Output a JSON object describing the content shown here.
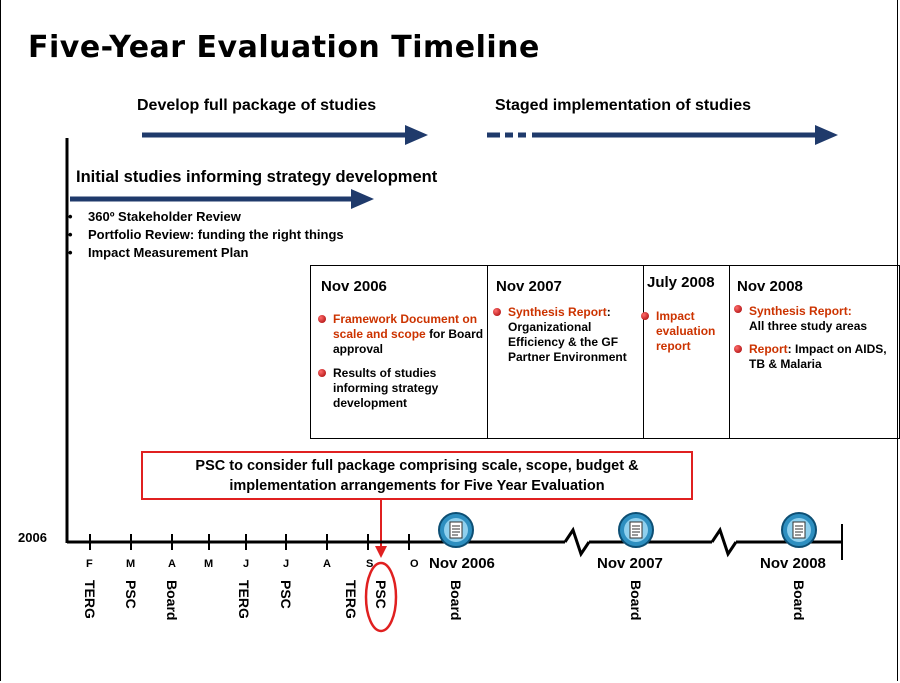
{
  "title": "Five-Year Evaluation Timeline",
  "arrows": {
    "develop": "Develop full package of studies",
    "staged": "Staged implementation of studies",
    "initial": "Initial studies informing strategy development"
  },
  "initial_bullets": [
    "360º Stakeholder Review",
    "Portfolio Review: funding the right things",
    "Impact Measurement Plan"
  ],
  "milestones": {
    "col1": {
      "header": "Nov 2006",
      "item1_red": "Framework Document on scale and scope",
      "item1_rest": "for Board approval",
      "item2": "Results of studies informing strategy development"
    },
    "col2": {
      "header": "Nov 2007",
      "item1_red": "Synthesis Report",
      "item1_colon": ":",
      "item1_rest": "Organizational Efficiency & the GF Partner Environment"
    },
    "col3": {
      "header": "July 2008",
      "item1_red": "Impact evaluation report"
    },
    "col4": {
      "header": "Nov 2008",
      "item1_red": "Synthesis Report:",
      "item1_rest": "All three study areas",
      "item2_red": "Report",
      "item2_rest": ": Impact on AIDS, TB & Malaria"
    }
  },
  "psc_note": "PSC to consider full package comprising scale, scope, budget & implementation arrangements for Five Year Evaluation",
  "timeline": {
    "start_year": "2006",
    "months": [
      "F",
      "M",
      "A",
      "M",
      "J",
      "J",
      "A",
      "S",
      "O"
    ],
    "meetings": [
      "TERG",
      "PSC",
      "Board",
      "TERG",
      "PSC",
      "TERG",
      "PSC",
      "Board",
      "Board",
      "Board"
    ],
    "dates": [
      "Nov 2006",
      "Nov 2007",
      "Nov 2008"
    ]
  },
  "colors": {
    "navy": "#1f3a6b",
    "red": "#e02020",
    "orange_red": "#cc3300"
  }
}
